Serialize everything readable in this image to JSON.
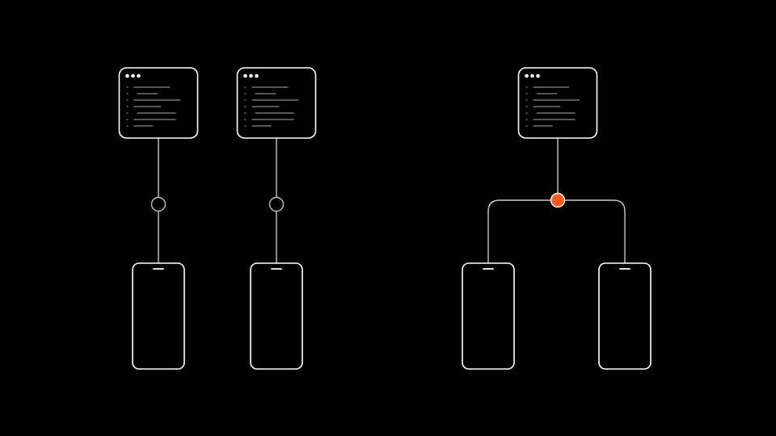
{
  "colors": {
    "background": "#000000",
    "stroke": "#ffffff",
    "connector": "#c8c8c8",
    "code_line": "#8c8c8c",
    "window_dot": "#ffffff",
    "hub_plain_stroke": "#bdbdbd",
    "hub_accent_fill": "#ff5a1f"
  },
  "icons": {
    "server": "code-window-icon",
    "device": "smartphone-icon",
    "hub_plain": "connection-node-icon",
    "hub_accent": "broadcast-node-icon"
  },
  "groups": [
    {
      "name": "one-to-one-a",
      "topology": "one-to-one",
      "server": {
        "icon": "code-window-icon"
      },
      "hub": {
        "style": "plain"
      },
      "devices": [
        {
          "icon": "smartphone-icon"
        }
      ]
    },
    {
      "name": "one-to-one-b",
      "topology": "one-to-one",
      "server": {
        "icon": "code-window-icon"
      },
      "hub": {
        "style": "plain"
      },
      "devices": [
        {
          "icon": "smartphone-icon"
        }
      ]
    },
    {
      "name": "one-to-many",
      "topology": "one-to-many",
      "server": {
        "icon": "code-window-icon"
      },
      "hub": {
        "style": "accent"
      },
      "devices": [
        {
          "icon": "smartphone-icon"
        },
        {
          "icon": "smartphone-icon"
        }
      ]
    }
  ]
}
